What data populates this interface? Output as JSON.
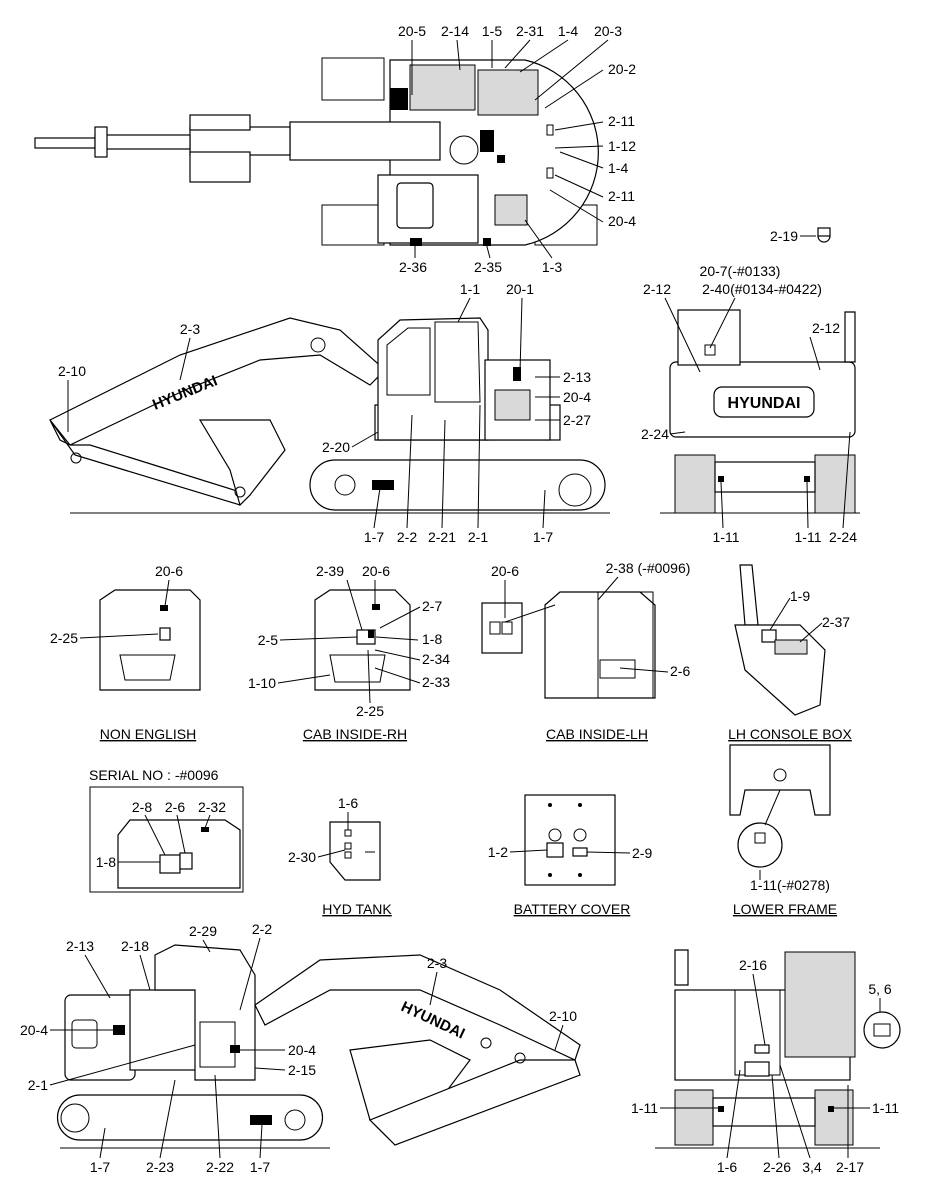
{
  "top_view": {
    "callouts": [
      "20-5",
      "2-14",
      "1-5",
      "2-31",
      "1-4",
      "20-3",
      "20-2",
      "2-11",
      "1-12",
      "1-4",
      "2-11",
      "20-4",
      "1-3",
      "2-35",
      "2-36",
      "2-19"
    ]
  },
  "side_view_lh": {
    "callouts": [
      "1-1",
      "20-1",
      "2-3",
      "2-10",
      "2-13",
      "20-4",
      "2-27",
      "2-20",
      "1-7",
      "2-2",
      "2-21",
      "2-1",
      "1-7"
    ],
    "logo": "HYUNDAI"
  },
  "rear_view": {
    "callouts": [
      "20-7(-#0133)",
      "2-40(#0134-#0422)",
      "2-12",
      "2-12",
      "2-24",
      "2-24",
      "1-11",
      "1-11"
    ],
    "logo": "HYUNDAI"
  },
  "details": {
    "non_english": {
      "caption": "NON ENGLISH",
      "callouts": [
        "20-6",
        "2-25"
      ]
    },
    "cab_inside_rh": {
      "caption": "CAB INSIDE-RH",
      "callouts": [
        "2-39",
        "20-6",
        "2-7",
        "2-5",
        "1-8",
        "2-34",
        "1-10",
        "2-33",
        "2-25"
      ]
    },
    "cab_inside_lh": {
      "caption": "CAB INSIDE-LH",
      "callouts": [
        "20-6",
        "2-38 (-#0096)",
        "2-6"
      ]
    },
    "lh_console_box": {
      "caption": "LH CONSOLE BOX",
      "callouts": [
        "1-9",
        "2-37"
      ]
    },
    "serial_box": {
      "title": "SERIAL NO : -#0096",
      "callouts": [
        "2-8",
        "2-6",
        "2-32",
        "1-8"
      ]
    },
    "hyd_tank": {
      "caption": "HYD TANK",
      "callouts": [
        "1-6",
        "2-30"
      ]
    },
    "battery_cover": {
      "caption": "BATTERY COVER",
      "callouts": [
        "1-2",
        "2-9"
      ]
    },
    "lower_frame": {
      "caption": "LOWER FRAME",
      "callouts": [
        "1-11(-#0278)"
      ]
    }
  },
  "side_view_rh": {
    "callouts": [
      "2-29",
      "2-2",
      "2-13",
      "2-18",
      "2-3",
      "2-10",
      "20-4",
      "20-4",
      "2-15",
      "2-1",
      "1-7",
      "2-23",
      "2-22",
      "1-7"
    ],
    "logo": "HYUNDAI"
  },
  "front_view": {
    "callouts": [
      "2-16",
      "5, 6",
      "1-11",
      "1-11",
      "1-6",
      "2-26",
      "3,4",
      "2-17"
    ]
  }
}
